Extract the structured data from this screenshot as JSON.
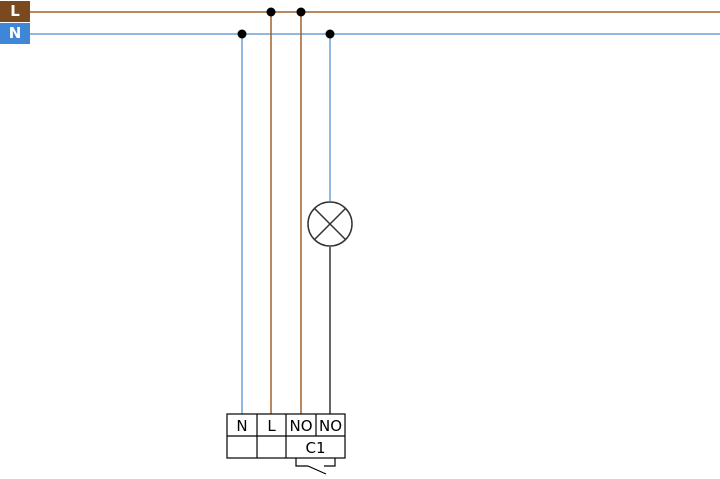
{
  "buses": [
    {
      "label": "L",
      "color": "#7a4a1e",
      "wire_color": "#a0622d"
    },
    {
      "label": "N",
      "color": "#3f86d6",
      "wire_color": "#6fa0d8"
    }
  ],
  "lamp": {
    "icon": "lamp-icon"
  },
  "relay": {
    "terminals": [
      "N",
      "L",
      "NO",
      "NO"
    ],
    "channel_label": "C1",
    "contact_icon": "switch-contact-icon"
  },
  "colors": {
    "load_wire": "#333333",
    "junction": "#000000",
    "frame": "#000000"
  }
}
